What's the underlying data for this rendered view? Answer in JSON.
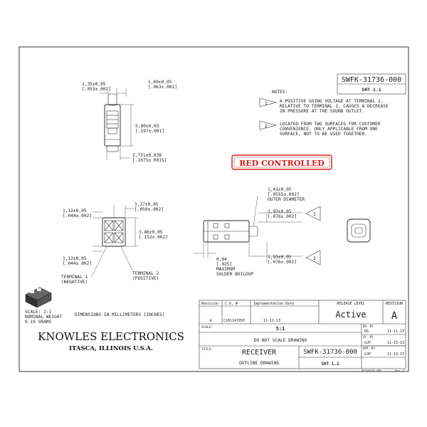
{
  "title_block": {
    "part_number_top": "SWFK-31736-000",
    "sheet_top": "SHT 1.1",
    "company_name": "KNOWLES ELECTRONICS",
    "company_location": "ITASCA, ILLINOIS U.S.A.",
    "revision_header": "Revision",
    "co_header": "C.O. #",
    "impl_date_header": "Implementation Date",
    "revision_value": "A",
    "co_value": "C10114785P",
    "impl_date_value": "11-11-13",
    "release_level_label": "RELEASE LEVEL",
    "release_level_value": "Active",
    "revision_label": "REVISION",
    "revision_letter": "A",
    "scale_label": "SCALE:",
    "scale_value": "5:1",
    "do_not_scale": "DO NOT SCALE DRAWING",
    "title_label": "TITLE:",
    "title_value": "RECEIVER",
    "subtitle_value": "OUTLINE DRAWING",
    "part_number_bottom": "SWFK-31736-000",
    "sheet_bottom": "SHT 1.1",
    "dr_by_label": "DR. BY",
    "dr_by_value": "OG",
    "dr_by_date": "11-11-13",
    "ck_by_label": "CK. BY",
    "ck_by_value": "GJP",
    "ck_by_date": "11-13-13",
    "app_by_label": "APP. BY",
    "app_by_value": "GJP",
    "app_by_date": "11-13-13",
    "file_ref": "KE11003CE.FRM",
    "rev_ref": "Rev. G"
  },
  "notes": {
    "heading": "NOTES:",
    "note1_num": "1",
    "note1_lines": [
      "A POSITIVE GOING VOLTAGE AT TERMINAL 2,",
      "RELATIVE TO TERMINAL 1, CAUSES A DECREASE",
      "IN PRESSURE AT THE SOUND OUTLET."
    ],
    "note2_num": "2",
    "note2_lines": [
      "LOCATED FROM TWO SURFACES FOR CUSTOMER",
      "CONVENIENCE. ONLY APPLICABLE FROM ONE",
      "SURFACE, NOT TO BE USED TOGETHER."
    ]
  },
  "red_controlled": "RED CONTROLLED",
  "dimensions": {
    "d1": [
      "1,35±0,05",
      "[.053±.002]"
    ],
    "d2": [
      "1,60±0,05",
      "[.063±.002]"
    ],
    "d3": [
      "5,00±0,03",
      "[.197±.001]"
    ],
    "d4": [
      "2,731±0,038",
      "[.1075±.0015]"
    ],
    "d5": [
      "1,12±0,05",
      "[.044±.002]"
    ],
    "d6": [
      "1,27±0,05",
      "[.050±.002]"
    ],
    "d7": [
      "3,86±0,05",
      "[.152±.002]"
    ],
    "d8": [
      "1,12±0,05",
      "[.044±.002]"
    ],
    "d9": [
      "1,41±0,05",
      "[.0555±.002]",
      "OUTER DIAMETER"
    ],
    "d10": [
      "1,93±0,05",
      "[.076±.002]"
    ],
    "d11": [
      "1,93±0,05",
      "[.076±.002]"
    ],
    "d12": [
      "0,64",
      "[.025]",
      "MAXIMUM",
      "SOLDER BUILDUP"
    ],
    "note_ref_2": "2"
  },
  "terminals": {
    "t1": [
      "TERMINAL 1",
      "(NEGATIVE)"
    ],
    "t2": [
      "TERMINAL 2",
      "(POSITIVE)"
    ]
  },
  "misc": {
    "scale_note": [
      "SCALE: 2:1",
      "NOMINAL WEIGHT",
      "0.19 GRAMS"
    ],
    "units_note": "DIMENSIONS IN MILLIMETERS [INCHES]"
  },
  "colors": {
    "red_controlled": "#d42020",
    "line": "#333333"
  }
}
